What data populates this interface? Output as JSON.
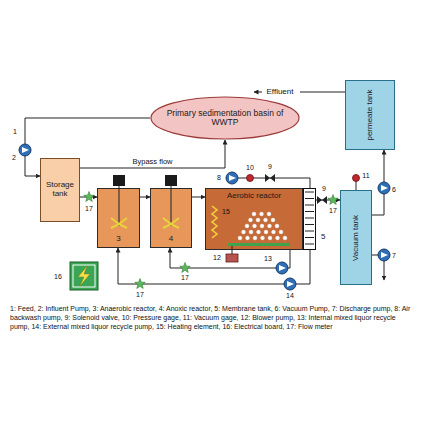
{
  "diagram": {
    "nodes": [
      {
        "text": [
          "Primary sedimentation basin of WWTP"
        ]
      },
      {
        "text": [
          "Storage tank"
        ]
      },
      {
        "text": [
          "3"
        ]
      },
      {
        "text": [
          "4"
        ]
      },
      {
        "text": [
          "Aerobic reactor"
        ]
      },
      {
        "text": [
          "5"
        ]
      },
      {
        "text": [
          "permeate tank"
        ]
      },
      {
        "text": [
          "Vacuum tank"
        ]
      }
    ],
    "edges": [
      {
        "from": 0,
        "to": 1,
        "arrow": "to"
      },
      {
        "from": 1,
        "to": 0,
        "label": "Bypass flow",
        "arrow": "to"
      },
      {
        "from": 1,
        "to": 2,
        "arrow": "to"
      },
      {
        "from": 2,
        "to": 3,
        "arrow": "to"
      },
      {
        "from": 3,
        "to": 4,
        "arrow": "to"
      },
      {
        "from": 5,
        "to": 7,
        "arrow": "to"
      },
      {
        "from": 7,
        "to": 6,
        "arrow": "to"
      },
      {
        "from": 4,
        "to": 3,
        "arrow": "to"
      },
      {
        "from": 5,
        "to": 2,
        "arrow": "to"
      }
    ],
    "labels": [
      "1",
      "2",
      "Effluent",
      "17",
      "8",
      "10",
      "9",
      "9",
      "17",
      "11",
      "6",
      "7",
      "15",
      "12",
      "13",
      "14",
      "16",
      "17",
      "17",
      "1: Feed, 2: Influent Pump, 3: Anaerobic reactor, 4: Anoxic reactor, 5: Membrane tank, 6: Vacuum Pump, 7: Discharge pump, 8: Air backwash pump, 9: Solenoid valve, 10: Pressure gage, 11: Vacuum gage, 12: Blower pump, 13: Internal mixed liquor recycle pump, 14: External mixed liquor recycle pump, 15: Heating element, 16: Electrical board, 17: Flow meter"
    ]
  }
}
